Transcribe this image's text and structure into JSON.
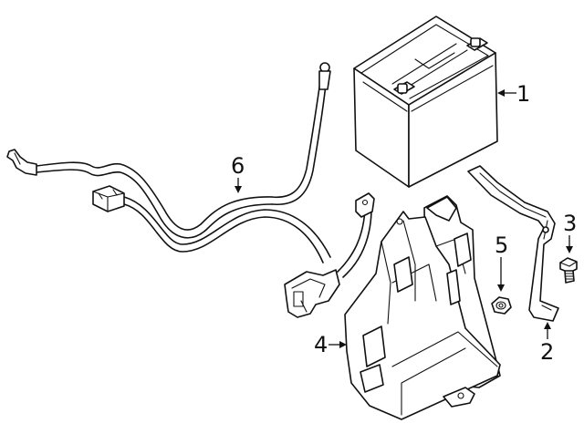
{
  "diagram": {
    "parts": [
      {
        "id": "battery",
        "icon": "battery-icon"
      },
      {
        "id": "support-bracket",
        "icon": "bracket-icon"
      },
      {
        "id": "bolt",
        "icon": "bolt-icon"
      },
      {
        "id": "battery-tray",
        "icon": "tray-icon"
      },
      {
        "id": "nut",
        "icon": "nut-icon"
      },
      {
        "id": "cable-harness",
        "icon": "cable-icon"
      }
    ],
    "callouts": {
      "c1": "1",
      "c2": "2",
      "c3": "3",
      "c4": "4",
      "c5": "5",
      "c6": "6"
    }
  }
}
